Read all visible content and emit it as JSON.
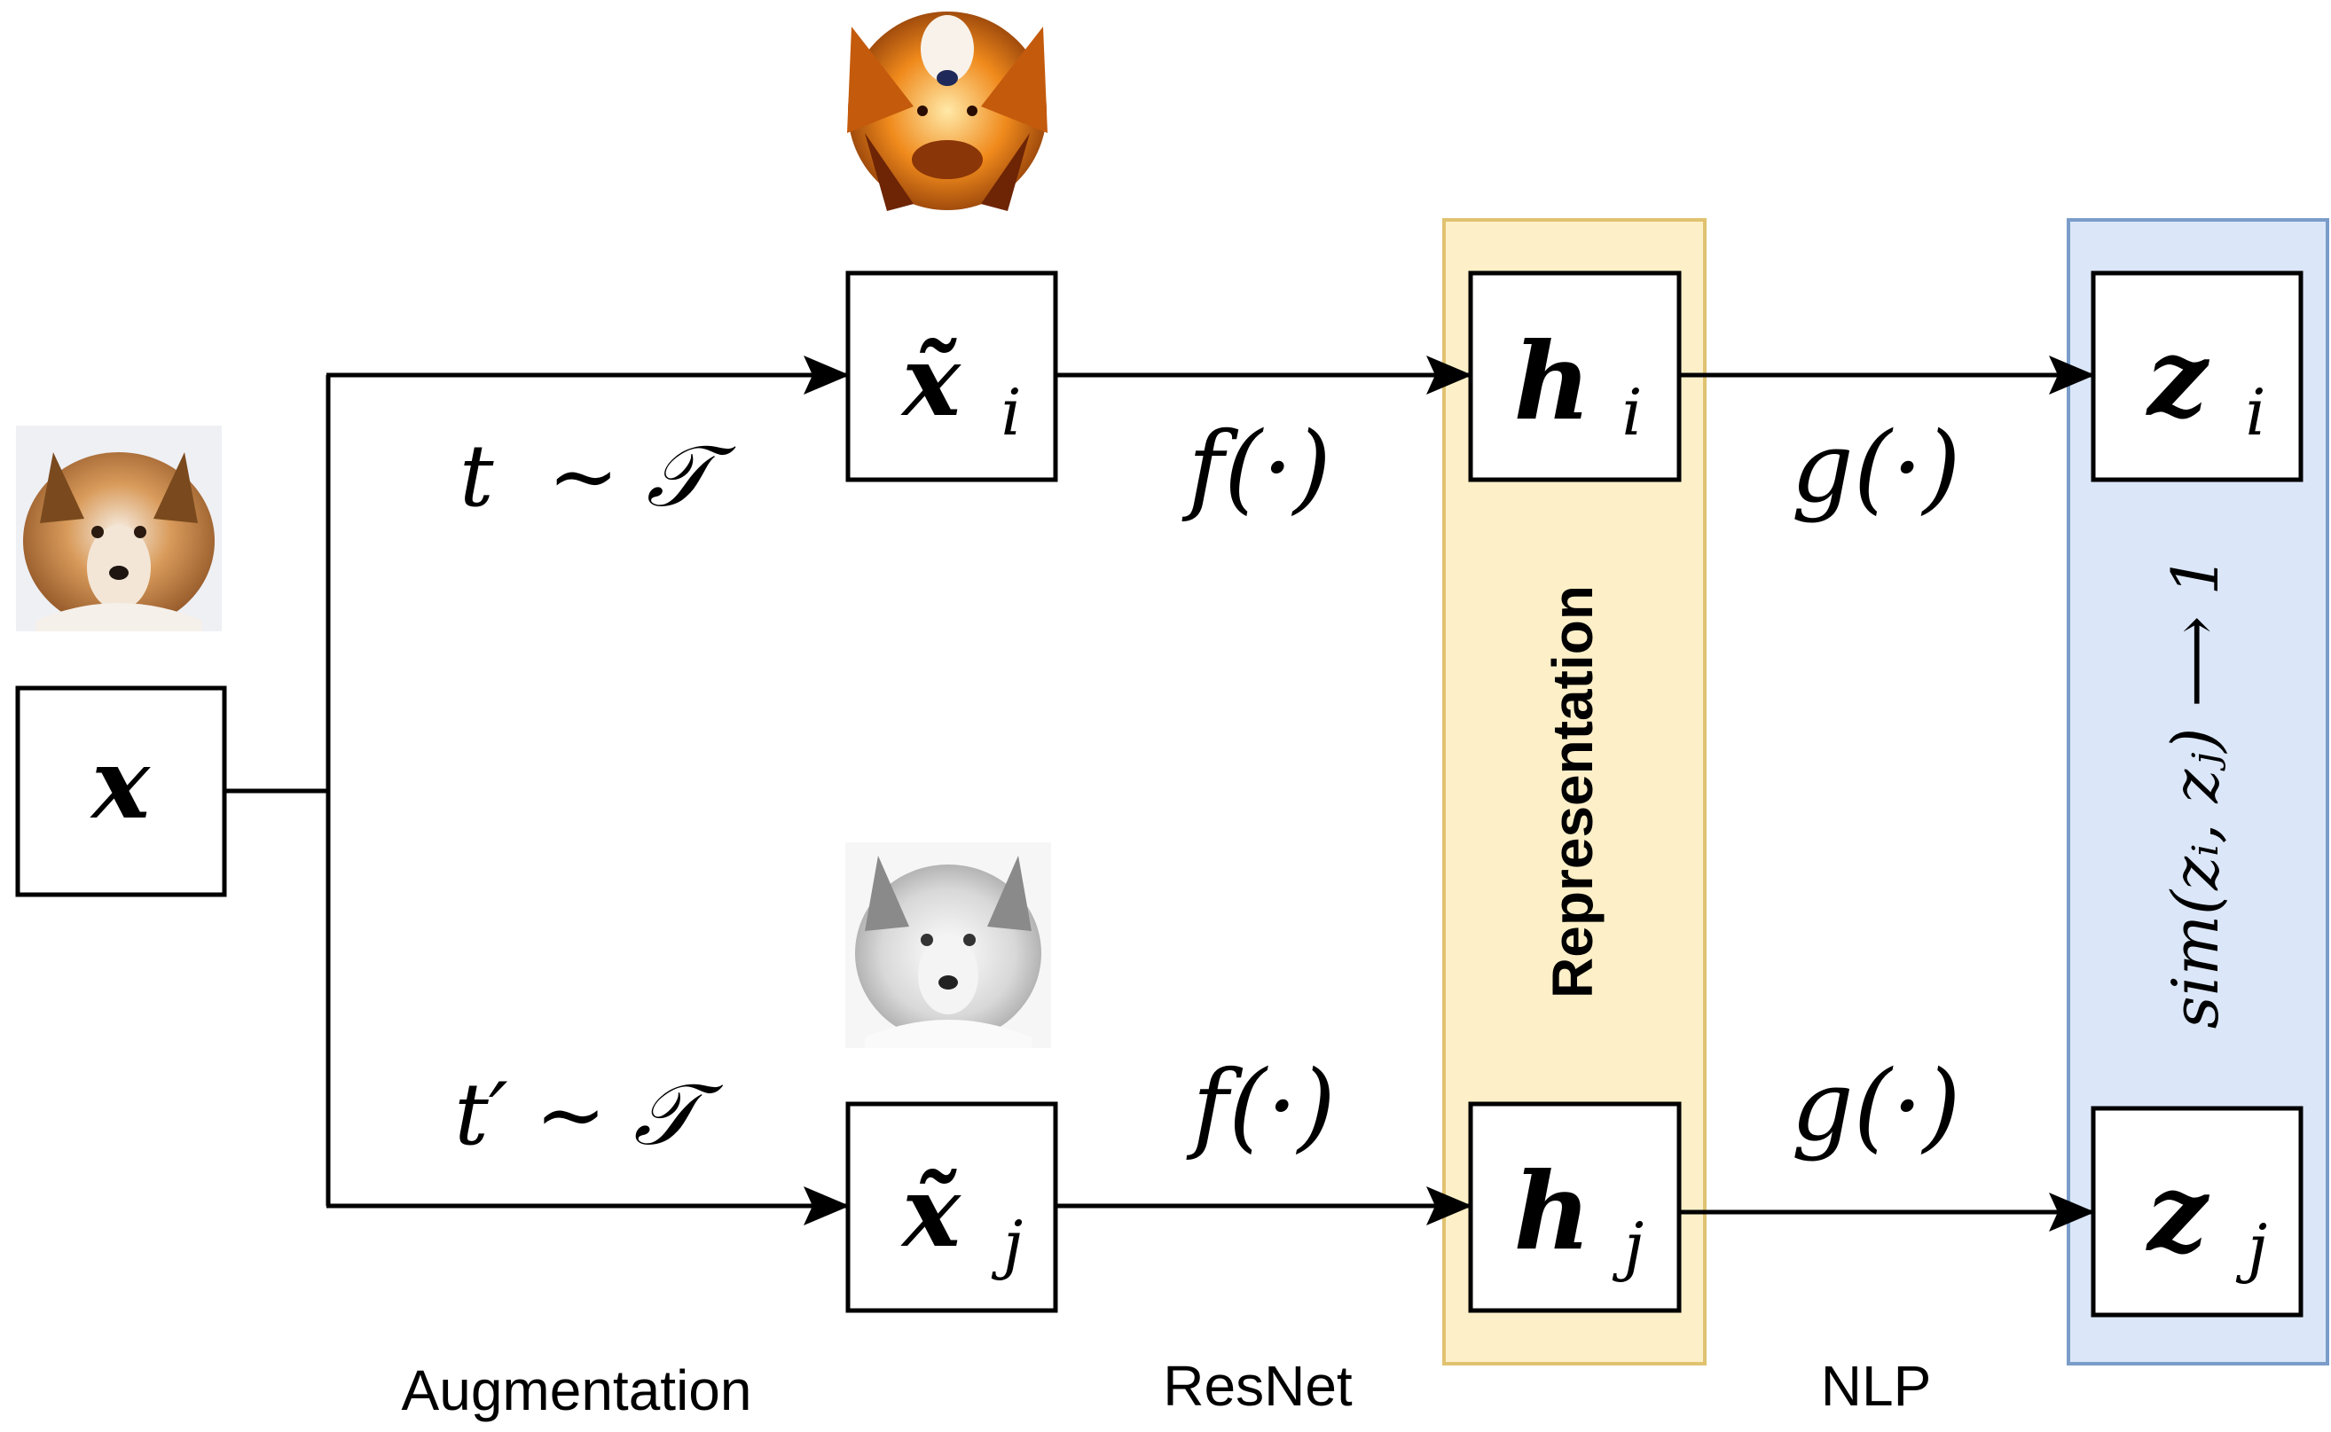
{
  "nodes": {
    "x": {
      "main": "x"
    },
    "x_i": {
      "main": "x̃",
      "sub": "i"
    },
    "x_j": {
      "main": "x̃",
      "sub": "j"
    },
    "h_i": {
      "main": "h",
      "sub": "i"
    },
    "h_j": {
      "main": "h",
      "sub": "j"
    },
    "z_i": {
      "main": "z",
      "sub": "i"
    },
    "z_j": {
      "main": "z",
      "sub": "j"
    }
  },
  "edge_labels": {
    "t_top": "t  ∼ 𝒯",
    "t_bottom": "t′ ∼ 𝒯",
    "f_top": "f(·)",
    "f_bottom": "f(·)",
    "g_top": "g(·)",
    "g_bottom": "g(·)"
  },
  "regions": {
    "representation": "Representation",
    "similarity": "sim(zᵢ, zⱼ) ⟶ 1"
  },
  "stage_labels": {
    "augmentation": "Augmentation",
    "resnet": "ResNet",
    "nlp": "NLP"
  },
  "colors": {
    "representation_fill": "#fdf0c8",
    "representation_border": "#e0c270",
    "similarity_fill": "#dbe7f8",
    "similarity_border": "#7a9cc9",
    "stroke": "#000000"
  },
  "images": {
    "original": "dog-photo",
    "augmented_top": "dog-colorized-flipped",
    "augmented_bottom": "dog-grayscale-sketch"
  }
}
